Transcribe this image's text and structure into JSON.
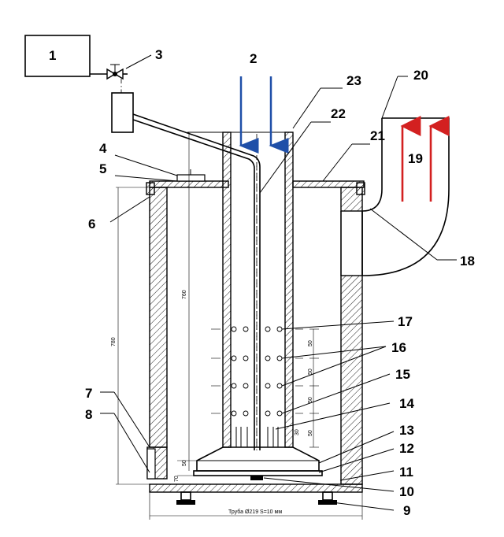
{
  "callouts": [
    {
      "n": "1",
      "label": "1"
    },
    {
      "n": "2",
      "label": "2"
    },
    {
      "n": "3",
      "label": "3"
    },
    {
      "n": "4",
      "label": "4"
    },
    {
      "n": "5",
      "label": "5"
    },
    {
      "n": "6",
      "label": "6"
    },
    {
      "n": "7",
      "label": "7"
    },
    {
      "n": "8",
      "label": "8"
    },
    {
      "n": "9",
      "label": "9"
    },
    {
      "n": "10",
      "label": "10"
    },
    {
      "n": "11",
      "label": "11"
    },
    {
      "n": "12",
      "label": "12"
    },
    {
      "n": "13",
      "label": "13"
    },
    {
      "n": "14",
      "label": "14"
    },
    {
      "n": "15",
      "label": "15"
    },
    {
      "n": "16",
      "label": "16"
    },
    {
      "n": "17",
      "label": "17"
    },
    {
      "n": "18",
      "label": "18"
    },
    {
      "n": "19",
      "label": "19"
    },
    {
      "n": "20",
      "label": "20"
    },
    {
      "n": "21",
      "label": "21"
    },
    {
      "n": "22",
      "label": "22"
    },
    {
      "n": "23",
      "label": "23"
    }
  ],
  "dimensions": {
    "overall_height": "780",
    "inner_height": "760",
    "hole_spacing": [
      "50",
      "50",
      "50",
      "30"
    ],
    "step_50_left": "50",
    "step_70_left": "70",
    "step_50_right": "50",
    "pipe_note": "Труба Ø219 S=10 мм"
  },
  "colors": {
    "air_arrows": "#1f4fa8",
    "gas_arrows": "#d32020"
  }
}
